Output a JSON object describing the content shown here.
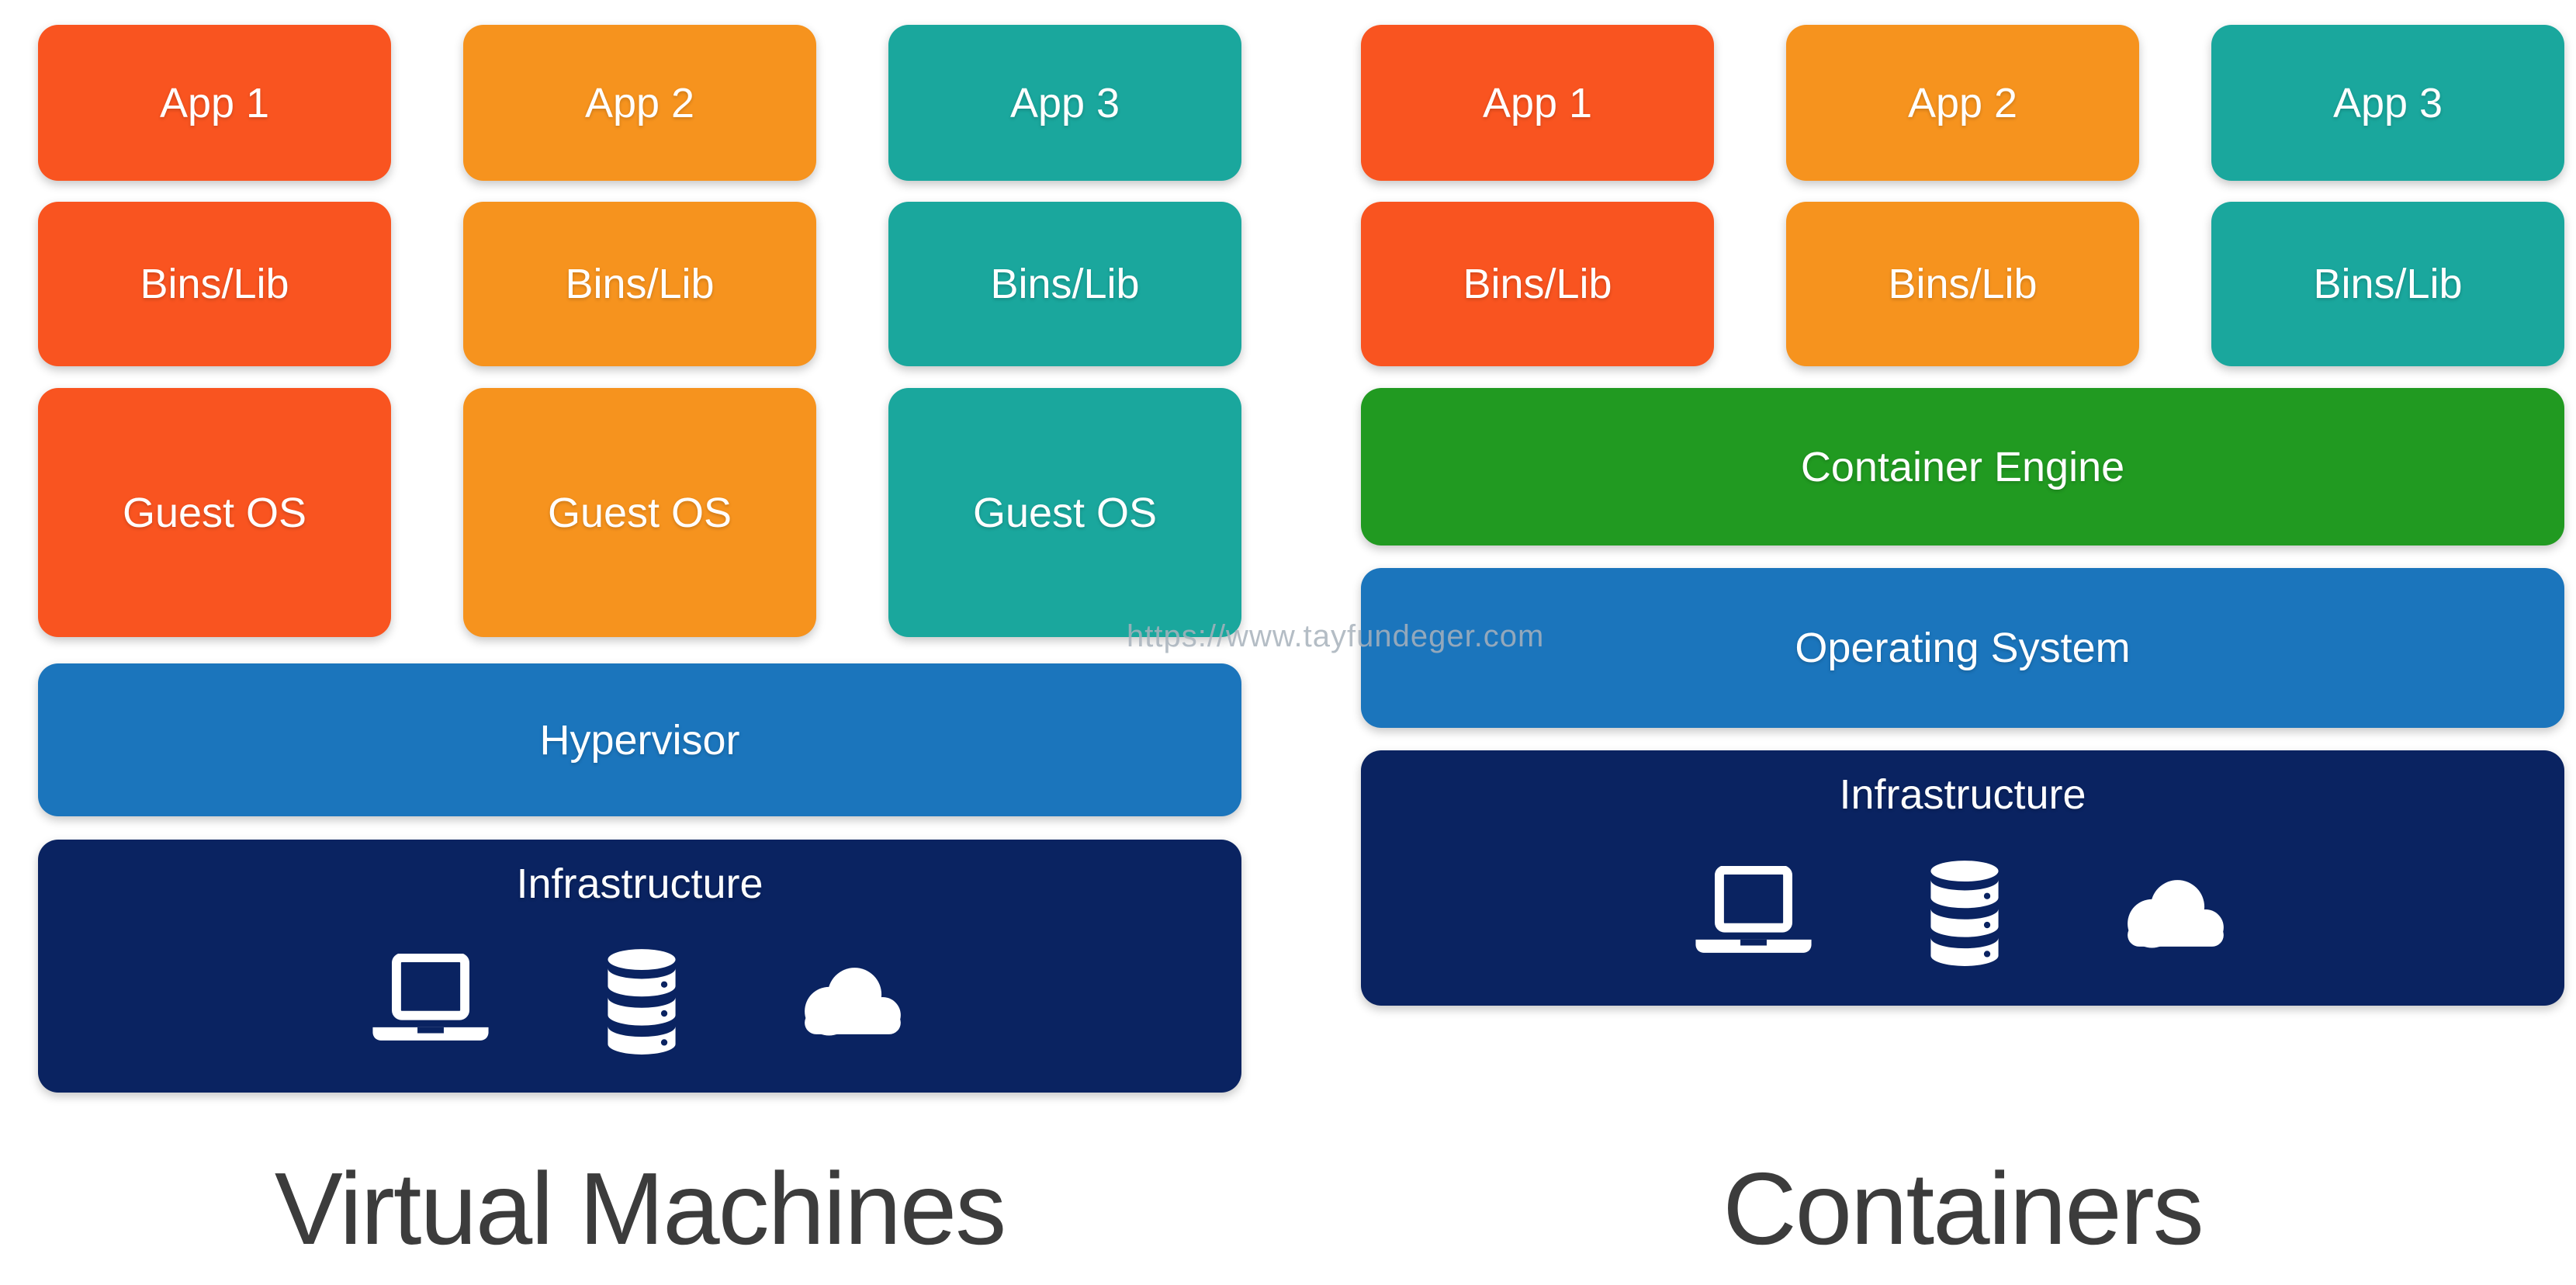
{
  "watermark": "https://www.tayfundeger.com",
  "colors": {
    "red": "#F95420",
    "orange": "#F6931E",
    "teal": "#1AA79D",
    "blue": "#1B75BC",
    "navy": "#0A2361",
    "green": "#219A21",
    "title": "#3C3C3C",
    "watermark": "#A8B2BC"
  },
  "vm": {
    "title": "Virtual Machines",
    "columns": [
      {
        "app": "App 1",
        "bins": "Bins/Lib",
        "guest": "Guest OS"
      },
      {
        "app": "App 2",
        "bins": "Bins/Lib",
        "guest": "Guest OS"
      },
      {
        "app": "App 3",
        "bins": "Bins/Lib",
        "guest": "Guest OS"
      }
    ],
    "hypervisor": "Hypervisor",
    "infrastructure": "Infrastructure"
  },
  "containers": {
    "title": "Containers",
    "columns": [
      {
        "app": "App 1",
        "bins": "Bins/Lib"
      },
      {
        "app": "App 2",
        "bins": "Bins/Lib"
      },
      {
        "app": "App 3",
        "bins": "Bins/Lib"
      }
    ],
    "engine": "Container Engine",
    "os": "Operating System",
    "infrastructure": "Infrastructure"
  },
  "icons": {
    "laptop": "laptop-icon",
    "database": "database-icon",
    "cloud": "cloud-icon"
  }
}
